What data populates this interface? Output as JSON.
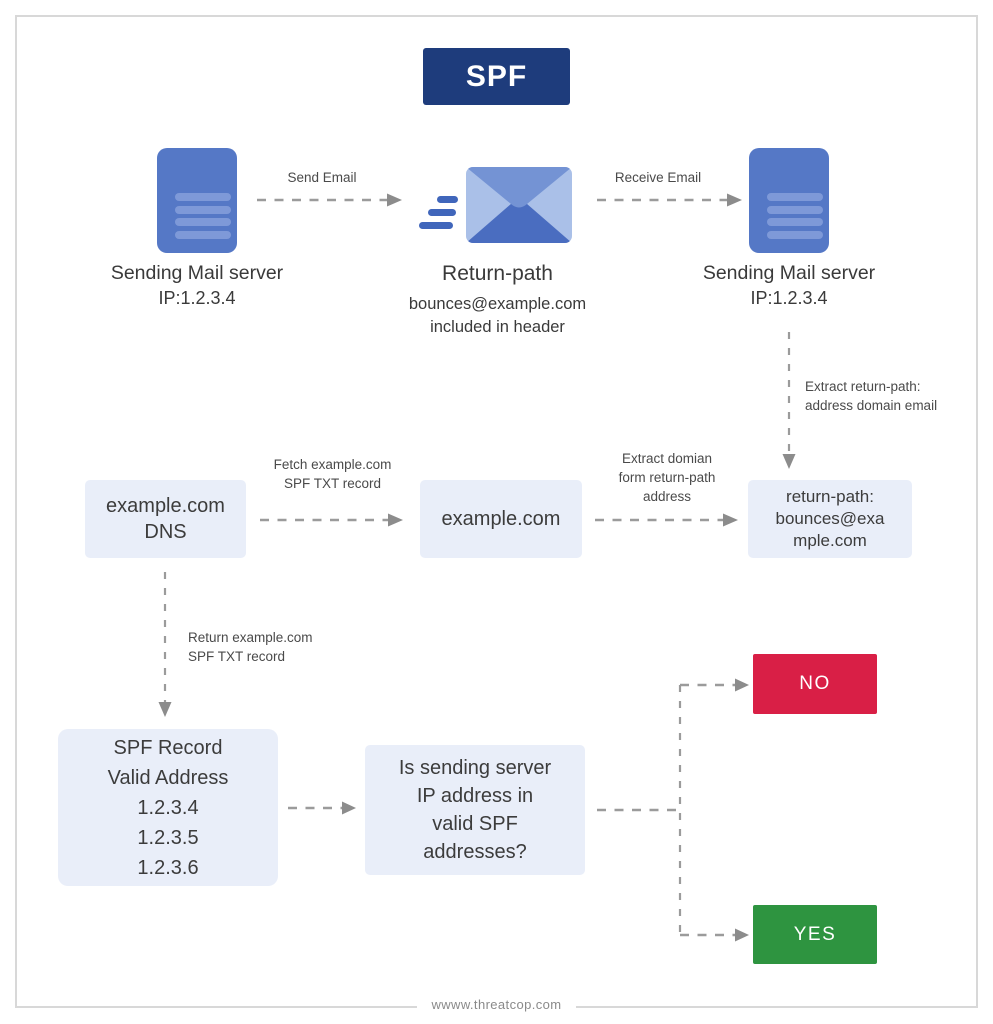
{
  "header": {
    "title": "SPF"
  },
  "colors": {
    "navy": "#1e3c7c",
    "server_blue": "#5578c6",
    "server_stripe": "#7e99d8",
    "envelope_light": "#aac0e8",
    "envelope_flap": "#7493d4",
    "envelope_front": "#4a6dc0",
    "light_box": "#e9eef9",
    "arrow_gray": "#9b9b9b",
    "no_red": "#d91f46",
    "yes_green": "#2e9440"
  },
  "row1": {
    "send_label": "Send Email",
    "receive_label": "Receive Email",
    "sending_server": {
      "name": "Sending Mail server",
      "ip": "IP:1.2.3.4"
    },
    "receiving_server": {
      "name": "Sending Mail server",
      "ip": "IP:1.2.3.4"
    },
    "envelope": {
      "title": "Return-path",
      "line1": "bounces@example.com",
      "line2": "included in header"
    }
  },
  "labels": {
    "extract_return_path": {
      "line1": "Extract return-path:",
      "line2": "address domain email"
    },
    "fetch_record": {
      "line1": "Fetch example.com",
      "line2": "SPF TXT record"
    },
    "extract_domain": {
      "line1": "Extract domian",
      "line2": "form return-path",
      "line3": "address"
    },
    "return_record": {
      "line1": "Return example.com",
      "line2": "SPF TXT record"
    }
  },
  "boxes": {
    "dns": {
      "line1": "example.com",
      "line2": "DNS"
    },
    "domain": {
      "line1": "example.com"
    },
    "return_path": {
      "line1": "return-path:",
      "line2": "bounces@exa",
      "line3": "mple.com"
    },
    "spf_record": {
      "line1": "SPF Record",
      "line2": "Valid Address",
      "line3": "1.2.3.4",
      "line4": "1.2.3.5",
      "line5": "1.2.3.6"
    },
    "decision": {
      "line1": "Is sending server",
      "line2": "IP address in",
      "line3": "valid SPF",
      "line4": "addresses?"
    },
    "no": "NO",
    "yes": "YES"
  },
  "footer": {
    "url": "wwww.threatcop.com"
  }
}
